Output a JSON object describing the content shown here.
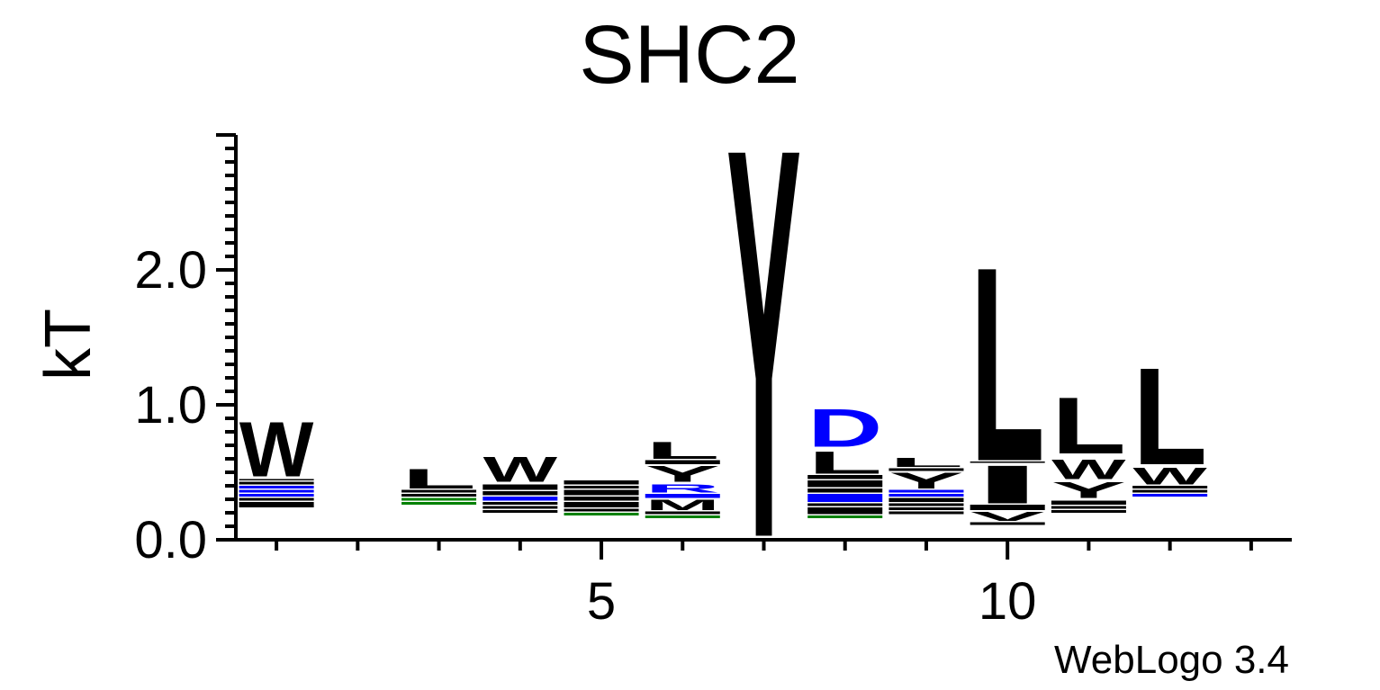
{
  "chart_data": {
    "type": "sequence_logo",
    "title": "SHC2",
    "ylabel": "kT",
    "xlabel": "",
    "ylim": [
      0,
      3.0
    ],
    "y_ticks": [
      {
        "value": 0.0,
        "label": "0.0"
      },
      {
        "value": 1.0,
        "label": "1.0"
      },
      {
        "value": 2.0,
        "label": "2.0"
      }
    ],
    "x_ticks": [
      {
        "value": 5,
        "label": "5"
      },
      {
        "value": 10,
        "label": "10"
      }
    ],
    "x_range": [
      0.5,
      13.5
    ],
    "watermark": "WebLogo 3.4",
    "colors": {
      "default": "#000000",
      "blue": "#0000ff",
      "green": "#008000"
    },
    "positions": [
      {
        "pos": 1,
        "stack": [
          {
            "letter": "",
            "from": 0.24,
            "to": 0.26,
            "color": "#000000"
          },
          {
            "letter": "",
            "from": 0.26,
            "to": 0.28,
            "color": "#000000"
          },
          {
            "letter": "",
            "from": 0.29,
            "to": 0.31,
            "color": "#000000"
          },
          {
            "letter": "",
            "from": 0.32,
            "to": 0.34,
            "color": "#0000ff"
          },
          {
            "letter": "",
            "from": 0.35,
            "to": 0.37,
            "color": "#0000ff"
          },
          {
            "letter": "",
            "from": 0.38,
            "to": 0.4,
            "color": "#0000ff"
          },
          {
            "letter": "",
            "from": 0.41,
            "to": 0.43,
            "color": "#000000"
          },
          {
            "letter": "",
            "from": 0.44,
            "to": 0.45,
            "color": "#000000"
          },
          {
            "letter": "W",
            "from": 0.47,
            "to": 0.89,
            "color": "#000000"
          }
        ]
      },
      {
        "pos": 2,
        "stack": []
      },
      {
        "pos": 3,
        "stack": [
          {
            "letter": "",
            "from": 0.26,
            "to": 0.28,
            "color": "#008000"
          },
          {
            "letter": "",
            "from": 0.29,
            "to": 0.31,
            "color": "#008000"
          },
          {
            "letter": "",
            "from": 0.32,
            "to": 0.34,
            "color": "#000000"
          },
          {
            "letter": "",
            "from": 0.35,
            "to": 0.37,
            "color": "#000000"
          },
          {
            "letter": "L",
            "from": 0.38,
            "to": 0.53,
            "color": "#000000"
          }
        ]
      },
      {
        "pos": 4,
        "stack": [
          {
            "letter": "",
            "from": 0.2,
            "to": 0.22,
            "color": "#000000"
          },
          {
            "letter": "",
            "from": 0.23,
            "to": 0.25,
            "color": "#000000"
          },
          {
            "letter": "",
            "from": 0.26,
            "to": 0.28,
            "color": "#000000"
          },
          {
            "letter": "",
            "from": 0.29,
            "to": 0.32,
            "color": "#0000ff"
          },
          {
            "letter": "",
            "from": 0.33,
            "to": 0.36,
            "color": "#000000"
          },
          {
            "letter": "",
            "from": 0.37,
            "to": 0.41,
            "color": "#000000"
          },
          {
            "letter": "W",
            "from": 0.43,
            "to": 0.62,
            "color": "#000000"
          }
        ]
      },
      {
        "pos": 5,
        "stack": [
          {
            "letter": "",
            "from": 0.18,
            "to": 0.2,
            "color": "#008000"
          },
          {
            "letter": "",
            "from": 0.21,
            "to": 0.23,
            "color": "#000000"
          },
          {
            "letter": "",
            "from": 0.24,
            "to": 0.28,
            "color": "#000000"
          },
          {
            "letter": "",
            "from": 0.29,
            "to": 0.32,
            "color": "#000000"
          },
          {
            "letter": "",
            "from": 0.33,
            "to": 0.37,
            "color": "#000000"
          },
          {
            "letter": "",
            "from": 0.38,
            "to": 0.4,
            "color": "#000000"
          },
          {
            "letter": "",
            "from": 0.41,
            "to": 0.44,
            "color": "#000000"
          }
        ]
      },
      {
        "pos": 6,
        "stack": [
          {
            "letter": "",
            "from": 0.16,
            "to": 0.18,
            "color": "#008000"
          },
          {
            "letter": "",
            "from": 0.19,
            "to": 0.21,
            "color": "#000000"
          },
          {
            "letter": "M",
            "from": 0.22,
            "to": 0.3,
            "color": "#000000"
          },
          {
            "letter": "",
            "from": 0.31,
            "to": 0.34,
            "color": "#0000ff"
          },
          {
            "letter": "R",
            "from": 0.35,
            "to": 0.41,
            "color": "#0000ff"
          },
          {
            "letter": "Y",
            "from": 0.43,
            "to": 0.55,
            "color": "#000000"
          },
          {
            "letter": "",
            "from": 0.56,
            "to": 0.59,
            "color": "#000000"
          },
          {
            "letter": "L",
            "from": 0.6,
            "to": 0.73,
            "color": "#000000"
          }
        ]
      },
      {
        "pos": 7,
        "stack": [
          {
            "letter": "Y",
            "from": 0.03,
            "to": 3.0,
            "color": "#000000"
          }
        ]
      },
      {
        "pos": 8,
        "stack": [
          {
            "letter": "",
            "from": 0.16,
            "to": 0.18,
            "color": "#008000"
          },
          {
            "letter": "",
            "from": 0.19,
            "to": 0.24,
            "color": "#000000"
          },
          {
            "letter": "",
            "from": 0.25,
            "to": 0.27,
            "color": "#000000"
          },
          {
            "letter": "",
            "from": 0.28,
            "to": 0.34,
            "color": "#0000ff"
          },
          {
            "letter": "",
            "from": 0.35,
            "to": 0.38,
            "color": "#000000"
          },
          {
            "letter": "",
            "from": 0.39,
            "to": 0.44,
            "color": "#000000"
          },
          {
            "letter": "",
            "from": 0.45,
            "to": 0.48,
            "color": "#000000"
          },
          {
            "letter": "L",
            "from": 0.49,
            "to": 0.66,
            "color": "#000000"
          },
          {
            "letter": "D",
            "from": 0.69,
            "to": 0.98,
            "color": "#0000ff"
          }
        ]
      },
      {
        "pos": 9,
        "stack": [
          {
            "letter": "",
            "from": 0.19,
            "to": 0.21,
            "color": "#000000"
          },
          {
            "letter": "",
            "from": 0.22,
            "to": 0.24,
            "color": "#000000"
          },
          {
            "letter": "",
            "from": 0.25,
            "to": 0.27,
            "color": "#000000"
          },
          {
            "letter": "",
            "from": 0.28,
            "to": 0.31,
            "color": "#000000"
          },
          {
            "letter": "",
            "from": 0.32,
            "to": 0.34,
            "color": "#0000ff"
          },
          {
            "letter": "",
            "from": 0.35,
            "to": 0.37,
            "color": "#0000ff"
          },
          {
            "letter": "Y",
            "from": 0.38,
            "to": 0.5,
            "color": "#000000"
          },
          {
            "letter": "",
            "from": 0.51,
            "to": 0.53,
            "color": "#000000"
          },
          {
            "letter": "L",
            "from": 0.54,
            "to": 0.61,
            "color": "#000000"
          }
        ]
      },
      {
        "pos": 10,
        "stack": [
          {
            "letter": "",
            "from": 0.11,
            "to": 0.13,
            "color": "#000000"
          },
          {
            "letter": "V",
            "from": 0.14,
            "to": 0.21,
            "color": "#000000"
          },
          {
            "letter": "",
            "from": 0.22,
            "to": 0.26,
            "color": "#000000"
          },
          {
            "letter": "I",
            "from": 0.27,
            "to": 0.56,
            "color": "#000000"
          },
          {
            "letter": "",
            "from": 0.57,
            "to": 0.58,
            "color": "#000000"
          },
          {
            "letter": "L",
            "from": 0.59,
            "to": 2.07,
            "color": "#000000"
          }
        ]
      },
      {
        "pos": 11,
        "stack": [
          {
            "letter": "",
            "from": 0.2,
            "to": 0.22,
            "color": "#000000"
          },
          {
            "letter": "",
            "from": 0.23,
            "to": 0.25,
            "color": "#000000"
          },
          {
            "letter": "",
            "from": 0.26,
            "to": 0.29,
            "color": "#000000"
          },
          {
            "letter": "Y",
            "from": 0.31,
            "to": 0.43,
            "color": "#000000"
          },
          {
            "letter": "W",
            "from": 0.45,
            "to": 0.6,
            "color": "#000000"
          },
          {
            "letter": "L",
            "from": 0.64,
            "to": 1.07,
            "color": "#000000"
          }
        ]
      },
      {
        "pos": 12,
        "stack": [
          {
            "letter": "",
            "from": 0.32,
            "to": 0.34,
            "color": "#0000ff"
          },
          {
            "letter": "",
            "from": 0.35,
            "to": 0.37,
            "color": "#000000"
          },
          {
            "letter": "",
            "from": 0.38,
            "to": 0.4,
            "color": "#000000"
          },
          {
            "letter": "W",
            "from": 0.41,
            "to": 0.54,
            "color": "#000000"
          },
          {
            "letter": "L",
            "from": 0.56,
            "to": 1.3,
            "color": "#000000"
          }
        ]
      },
      {
        "pos": 13,
        "stack": []
      }
    ]
  }
}
